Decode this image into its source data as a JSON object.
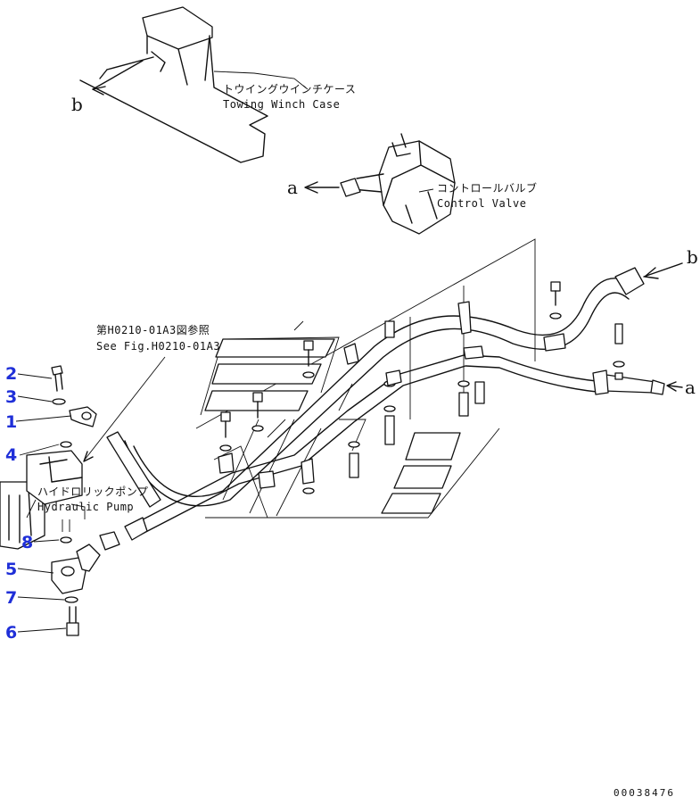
{
  "labels": {
    "towing_winch_case_jp": "トウイングウインチケース",
    "towing_winch_case_en": "Towing Winch Case",
    "control_valve_jp": "コントロールバルブ",
    "control_valve_en": "Control Valve",
    "see_fig_jp": "第H0210-01A3図参照",
    "see_fig_en": "See Fig.H0210-01A3",
    "hydraulic_pump_jp": "ハイドロリックポンプ",
    "hydraulic_pump_en": "Hydraulic Pump"
  },
  "connection_letters": {
    "a": "a",
    "b": "b"
  },
  "callouts": [
    "2",
    "3",
    "1",
    "4",
    "8",
    "5",
    "7",
    "6"
  ],
  "drawing_number": "00038476",
  "colors": {
    "line": "#111111",
    "callout": "#1f2fd8",
    "background": "#ffffff"
  }
}
